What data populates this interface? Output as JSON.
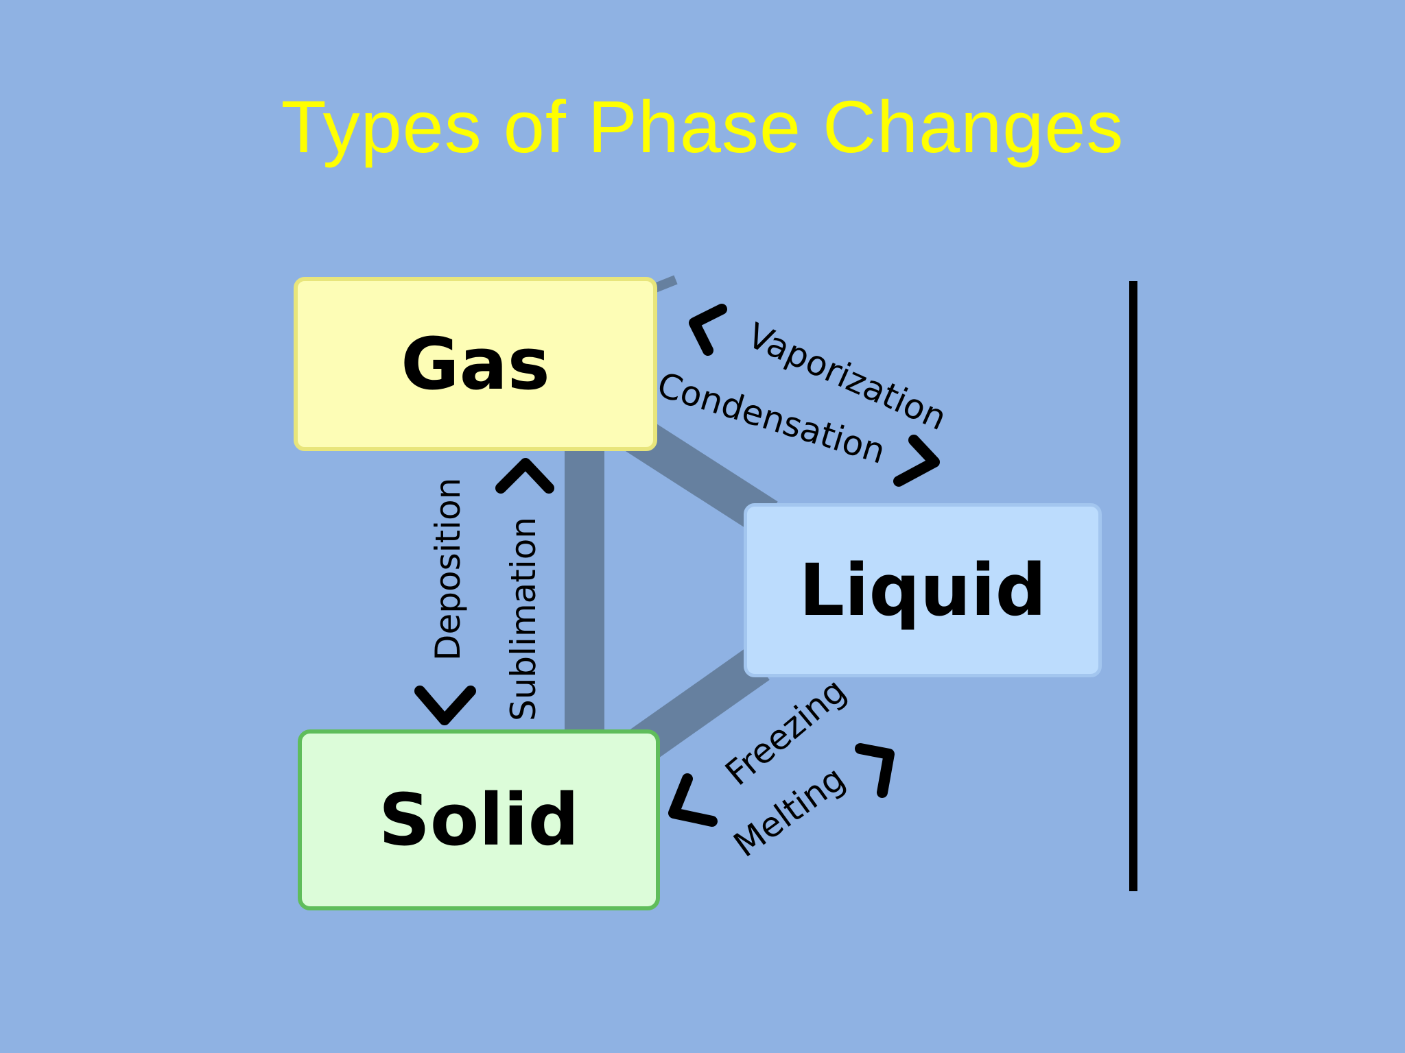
{
  "slide": {
    "title": "Types of Phase Changes"
  },
  "diagram": {
    "nodes": {
      "gas": "Gas",
      "liquid": "Liquid",
      "solid": "Solid"
    },
    "processes": {
      "vaporization": "Vaporization",
      "condensation": "Condensation",
      "deposition": "Deposition",
      "sublimation": "Sublimation",
      "freezing": "Freezing",
      "melting": "Melting"
    }
  },
  "colors": {
    "background": "#8fb2e3",
    "title": "#ffff00",
    "gas_fill": "#fdfdb6",
    "liquid_fill": "#bcdcfd",
    "solid_fill": "#dcfcd9",
    "solid_border": "#5fbd5b",
    "connector": "#66809f"
  }
}
